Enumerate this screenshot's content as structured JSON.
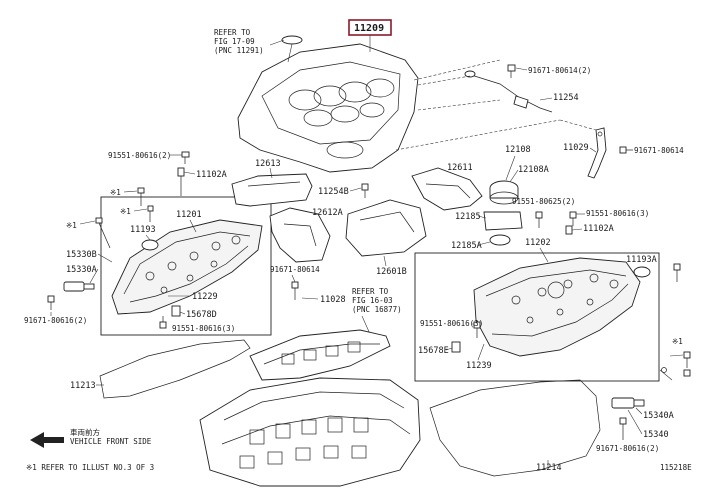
{
  "diagram": {
    "highlight_color": "#8b1a2b",
    "refs": {
      "ref_top_1": "REFER TO",
      "ref_top_2": "FIG 17-09",
      "ref_top_3": "(PNC 11291)",
      "ref_mid_1": "REFER TO",
      "ref_mid_2": "FIG 16-03",
      "ref_mid_3": "(PNC 16877)"
    },
    "labels": {
      "p11209": "11209",
      "p91671_80614_2_top": "91671-80614(2)",
      "p11254": "11254",
      "p91551_80616_2": "91551-80616(2)",
      "p11102A_left": "11102A",
      "p12613": "12613",
      "p12611": "12611",
      "p12108": "12108",
      "p12108A": "12108A",
      "p11029": "11029",
      "p91671_80614_right": "91671-80614",
      "star1_a": "※1",
      "star1_b": "※1",
      "star1_c": "※1",
      "star1_d": "※1",
      "p11193": "11193",
      "p11201": "11201",
      "p11254B": "11254B",
      "p12612A": "12612A",
      "p91551_80625_2": "91551-80625(2)",
      "p12185": "12185",
      "p91551_80616_3_right": "91551-80616(3)",
      "p11102A_right": "11102A",
      "p15330B": "15330B",
      "p15330A": "15330A",
      "p91671_80614_mid": "91671-80614",
      "p12601B": "12601B",
      "p12185A": "12185A",
      "p11202": "11202",
      "p11193A": "11193A",
      "p11229": "11229",
      "p11028": "11028",
      "p91671_80616_2_left": "91671-80616(2)",
      "p15678D": "15678D",
      "p91551_80616_3_left": "91551-80616(3)",
      "p91551_80616_3_mid": "91551-80616(3)",
      "p15678E": "15678E",
      "p11239": "11239",
      "p11213": "11213",
      "p15340A": "15340A",
      "p15340": "15340",
      "p91671_80616_2_right": "91671-80616(2)",
      "p11214": "11214",
      "vehicle_front_jp": "車両前方",
      "vehicle_front": "VEHICLE FRONT SIDE",
      "footnote": "※1 REFER TO ILLUST NO.3 OF 3",
      "fig_code": "115218E"
    }
  }
}
